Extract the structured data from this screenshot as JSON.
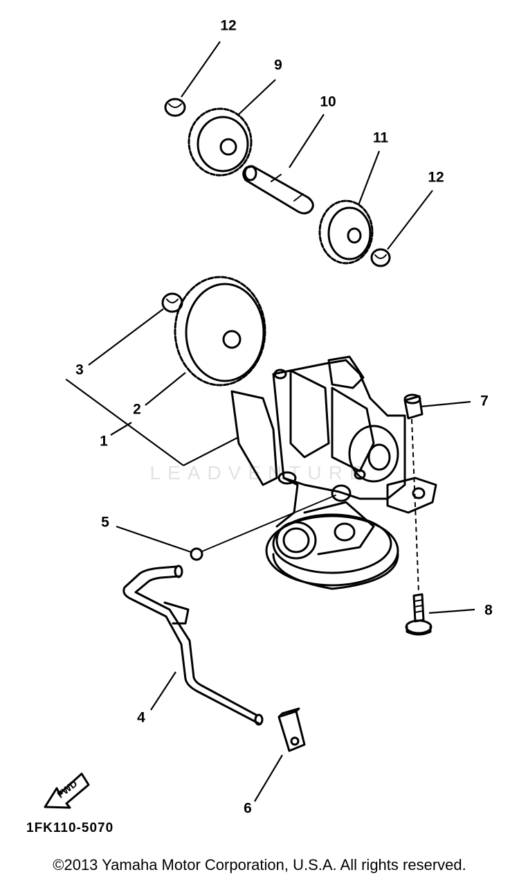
{
  "diagram": {
    "callouts": {
      "c1": "1",
      "c2": "2",
      "c3": "3",
      "c4": "4",
      "c5": "5",
      "c6": "6",
      "c7": "7",
      "c8": "8",
      "c9": "9",
      "c10": "10",
      "c11": "11",
      "c12a": "12",
      "c12b": "12"
    },
    "direction_label": "FWD",
    "drawing_code": "1FK110-5070",
    "watermark": "LEADVENTURE"
  },
  "footer": {
    "copyright": "©2013 Yamaha Motor Corporation, U.S.A. All rights reserved."
  },
  "colors": {
    "line": "#000000",
    "background": "#ffffff",
    "watermark": "#d9d9d9"
  }
}
